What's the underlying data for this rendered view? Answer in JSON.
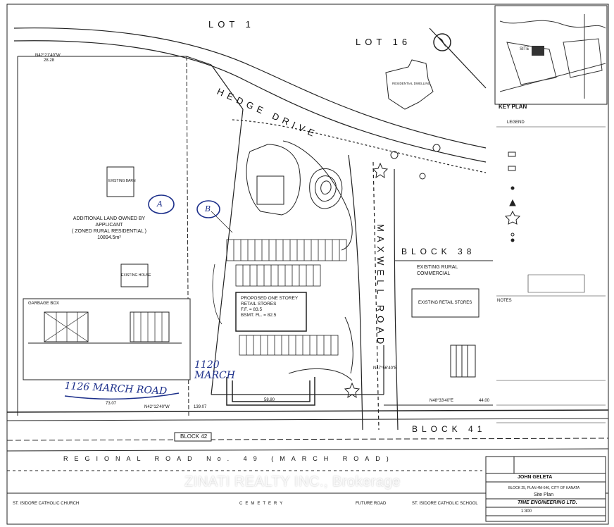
{
  "labels": {
    "lot_1": "LOT 1",
    "lot_16": "LOT 16",
    "hedge_drive": "HEDGE DRIVE",
    "maxwell_road": "MAXWELL ROAD",
    "block_38": "BLOCK 38",
    "block_41": "BLOCK 41",
    "block_42": "BLOCK 42",
    "regional_road": "REGIONAL ROAD No. 49 (MARCH ROAD)",
    "cemetery": "CEMETERY",
    "future_road": "FUTURE ROAD",
    "church_left": "ST. ISIDORE CATHOLIC CHURCH",
    "church_school": "ST. ISIDORE CATHOLIC SCHOOL",
    "additional_land": [
      "ADDITIONAL LAND OWNED BY",
      "APPLICANT",
      "( ZONED RURAL RESIDENTIAL )",
      "10894.5m²"
    ],
    "existing_house": "EXISTING HOUSE",
    "existing_barn": "EXISTING BARN",
    "existing_rural_commercial": [
      "EXISTING RURAL",
      "COMMERCIAL"
    ],
    "existing_retail": "EXISTING RETAIL STORES",
    "proposed_stores": [
      "PROPOSED ONE STOREY",
      "RETAIL STORES",
      "F.F. = 83.5",
      "BSMT. FL. = 82.5"
    ],
    "garbage_box": "GARBAGE BOX",
    "residential_dwelling": "RESIDENTIAL DWELLING",
    "key_plan": "KEY PLAN",
    "site": "SITE",
    "legend_title": "LEGEND",
    "notes_title": "NOTES",
    "handwritten_1120": [
      "1120",
      "MARCH"
    ],
    "handwritten_1126": "1126 MARCH ROAD",
    "circle_a": "A",
    "circle_b": "B",
    "dimensions": [
      "N42°21'40\"W",
      "28.28",
      "73.07",
      "139.07",
      "44.00",
      "58.80",
      "N42°12'40\"W",
      "N48°33'40\"E",
      "N47°56'40\"E"
    ]
  },
  "title_block": {
    "owner": "JOHN GELETA",
    "description": "BLOCK 25, PLAN 4M-646, CITY OF KANATA",
    "drawing": "Site Plan",
    "firm": "TIME ENGINEERING LTD.",
    "scale": "1:300"
  },
  "watermark": "ZINATI REALTY INC., Brokerage"
}
